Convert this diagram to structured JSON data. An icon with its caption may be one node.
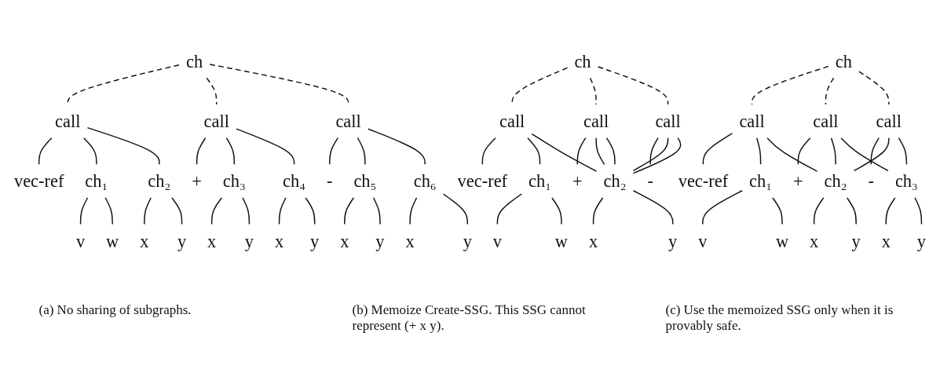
{
  "diagram": {
    "nodes": [
      {
        "text": [
          "ch"
        ]
      },
      {
        "text": [
          "call"
        ]
      },
      {
        "text": [
          "call"
        ]
      },
      {
        "text": [
          "call"
        ]
      },
      {
        "text": [
          "vec-ref"
        ]
      },
      {
        "text": [
          "ch₁"
        ]
      },
      {
        "text": [
          "ch₂"
        ]
      },
      {
        "text": [
          "+"
        ]
      },
      {
        "text": [
          "ch₃"
        ]
      },
      {
        "text": [
          "ch₄"
        ]
      },
      {
        "text": [
          "-"
        ]
      },
      {
        "text": [
          "ch₅"
        ]
      },
      {
        "text": [
          "ch₆"
        ]
      },
      {
        "text": [
          "v"
        ]
      },
      {
        "text": [
          "w"
        ]
      },
      {
        "text": [
          "x"
        ]
      },
      {
        "text": [
          "y"
        ]
      },
      {
        "text": [
          "x"
        ]
      },
      {
        "text": [
          "y"
        ]
      },
      {
        "text": [
          "x"
        ]
      },
      {
        "text": [
          "y"
        ]
      },
      {
        "text": [
          "x"
        ]
      },
      {
        "text": [
          "y"
        ]
      },
      {
        "text": [
          "x"
        ]
      },
      {
        "text": [
          "y"
        ]
      },
      {
        "text": [
          "ch"
        ]
      },
      {
        "text": [
          "call"
        ]
      },
      {
        "text": [
          "call"
        ]
      },
      {
        "text": [
          "call"
        ]
      },
      {
        "text": [
          "vec-ref"
        ]
      },
      {
        "text": [
          "+"
        ]
      },
      {
        "text": [
          "-"
        ]
      },
      {
        "text": [
          "ch₁"
        ]
      },
      {
        "text": [
          "ch₂"
        ]
      },
      {
        "text": [
          "v"
        ]
      },
      {
        "text": [
          "w"
        ]
      },
      {
        "text": [
          "x"
        ]
      },
      {
        "text": [
          "y"
        ]
      },
      {
        "text": [
          "ch"
        ]
      },
      {
        "text": [
          "call"
        ]
      },
      {
        "text": [
          "call"
        ]
      },
      {
        "text": [
          "call"
        ]
      },
      {
        "text": [
          "vec-ref"
        ]
      },
      {
        "text": [
          "+"
        ]
      },
      {
        "text": [
          "-"
        ]
      },
      {
        "text": [
          "ch₁"
        ]
      },
      {
        "text": [
          "ch₂"
        ]
      },
      {
        "text": [
          "ch₃"
        ]
      },
      {
        "text": [
          "v"
        ]
      },
      {
        "text": [
          "w"
        ]
      },
      {
        "text": [
          "x"
        ]
      },
      {
        "text": [
          "y"
        ]
      },
      {
        "text": [
          "x"
        ]
      },
      {
        "text": [
          "y"
        ]
      }
    ],
    "edges": [
      {
        "from": 0,
        "to": 1,
        "arrow": "none",
        "style": "dashed"
      },
      {
        "from": 0,
        "to": 2,
        "arrow": "none",
        "style": "dashed"
      },
      {
        "from": 0,
        "to": 3,
        "arrow": "none",
        "style": "dashed"
      },
      {
        "from": 1,
        "to": 4,
        "arrow": "none"
      },
      {
        "from": 1,
        "to": 5,
        "arrow": "none"
      },
      {
        "from": 1,
        "to": 6,
        "arrow": "none"
      },
      {
        "from": 2,
        "to": 7,
        "arrow": "none"
      },
      {
        "from": 2,
        "to": 8,
        "arrow": "none"
      },
      {
        "from": 2,
        "to": 9,
        "arrow": "none"
      },
      {
        "from": 3,
        "to": 10,
        "arrow": "none"
      },
      {
        "from": 3,
        "to": 11,
        "arrow": "none"
      },
      {
        "from": 3,
        "to": 12,
        "arrow": "none"
      },
      {
        "from": 5,
        "to": 13,
        "arrow": "none"
      },
      {
        "from": 5,
        "to": 14,
        "arrow": "none"
      },
      {
        "from": 6,
        "to": 15,
        "arrow": "none"
      },
      {
        "from": 6,
        "to": 16,
        "arrow": "none"
      },
      {
        "from": 8,
        "to": 17,
        "arrow": "none"
      },
      {
        "from": 8,
        "to": 18,
        "arrow": "none"
      },
      {
        "from": 9,
        "to": 19,
        "arrow": "none"
      },
      {
        "from": 9,
        "to": 20,
        "arrow": "none"
      },
      {
        "from": 11,
        "to": 21,
        "arrow": "none"
      },
      {
        "from": 11,
        "to": 22,
        "arrow": "none"
      },
      {
        "from": 12,
        "to": 23,
        "arrow": "none"
      },
      {
        "from": 12,
        "to": 24,
        "arrow": "none"
      },
      {
        "from": 25,
        "to": 26,
        "arrow": "none",
        "style": "dashed"
      },
      {
        "from": 25,
        "to": 27,
        "arrow": "none",
        "style": "dashed"
      },
      {
        "from": 25,
        "to": 28,
        "arrow": "none",
        "style": "dashed"
      },
      {
        "from": 26,
        "to": 29,
        "arrow": "none"
      },
      {
        "from": 26,
        "to": 32,
        "arrow": "none"
      },
      {
        "from": 26,
        "to": 33,
        "arrow": "none"
      },
      {
        "from": 27,
        "to": 30,
        "arrow": "none"
      },
      {
        "from": 27,
        "to": 33,
        "arrow": "none"
      },
      {
        "from": 27,
        "to": 33,
        "arrow": "none"
      },
      {
        "from": 28,
        "to": 31,
        "arrow": "none"
      },
      {
        "from": 28,
        "to": 33,
        "arrow": "none"
      },
      {
        "from": 28,
        "to": 33,
        "arrow": "none"
      },
      {
        "from": 32,
        "to": 34,
        "arrow": "none"
      },
      {
        "from": 32,
        "to": 35,
        "arrow": "none"
      },
      {
        "from": 33,
        "to": 36,
        "arrow": "none"
      },
      {
        "from": 33,
        "to": 37,
        "arrow": "none"
      },
      {
        "from": 38,
        "to": 39,
        "arrow": "none",
        "style": "dashed"
      },
      {
        "from": 38,
        "to": 40,
        "arrow": "none",
        "style": "dashed"
      },
      {
        "from": 38,
        "to": 41,
        "arrow": "none",
        "style": "dashed"
      },
      {
        "from": 39,
        "to": 42,
        "arrow": "none"
      },
      {
        "from": 39,
        "to": 45,
        "arrow": "none"
      },
      {
        "from": 39,
        "to": 46,
        "arrow": "none"
      },
      {
        "from": 40,
        "to": 43,
        "arrow": "none"
      },
      {
        "from": 40,
        "to": 46,
        "arrow": "none"
      },
      {
        "from": 40,
        "to": 47,
        "arrow": "none"
      },
      {
        "from": 41,
        "to": 44,
        "arrow": "none"
      },
      {
        "from": 41,
        "to": 46,
        "arrow": "none"
      },
      {
        "from": 41,
        "to": 47,
        "arrow": "none"
      },
      {
        "from": 45,
        "to": 48,
        "arrow": "none"
      },
      {
        "from": 45,
        "to": 49,
        "arrow": "none"
      },
      {
        "from": 46,
        "to": 50,
        "arrow": "none"
      },
      {
        "from": 46,
        "to": 51,
        "arrow": "none"
      },
      {
        "from": 47,
        "to": 52,
        "arrow": "none"
      },
      {
        "from": 47,
        "to": 53,
        "arrow": "none"
      }
    ],
    "labels": [
      "(a) No sharing of subgraphs.",
      "(b) Memoize Create-SSG. This SSG cannot represent (+ x y).",
      "(c) Use the memoized SSG only when it is provably safe."
    ]
  }
}
